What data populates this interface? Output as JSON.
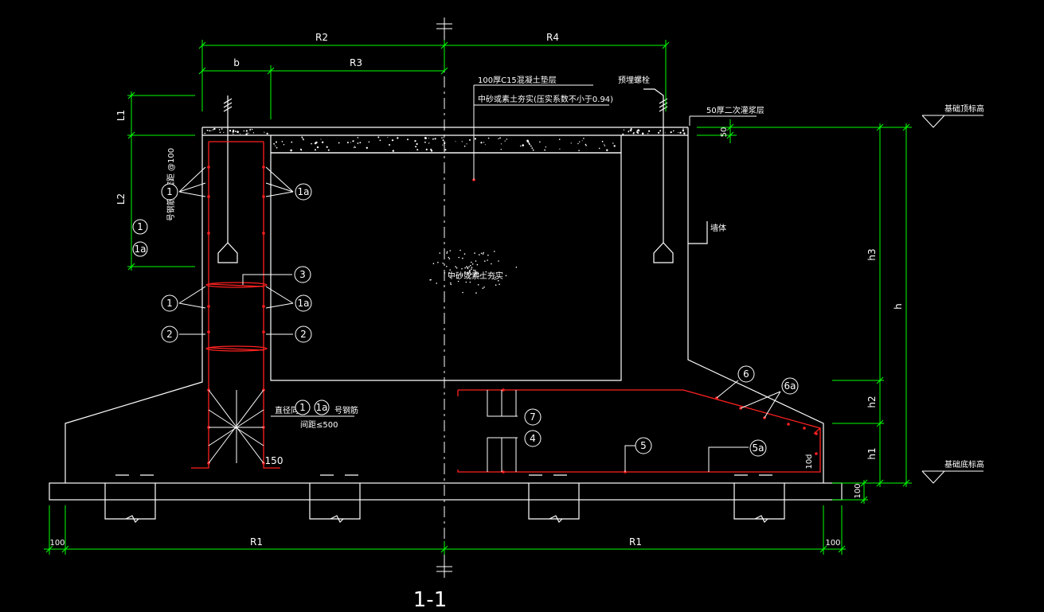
{
  "colors": {
    "background": "#000000",
    "outline": "#ffffff",
    "dimension": "#00ff00",
    "rebar": "#ff2020"
  },
  "dimensions": {
    "r2": "R2",
    "r4": "R4",
    "b": "b",
    "r3": "R3",
    "l1": "L1",
    "l2": "L2",
    "d50": "50",
    "h3": "h3",
    "h": "h",
    "h2": "h2",
    "h1": "h1",
    "d100_right": "100",
    "d100_left": "100",
    "r1_left": "R1",
    "r1_right": "R1",
    "d100_far_right": "100",
    "d150": "150",
    "d10d": "10d"
  },
  "notes": {
    "cushion": "100厚C15混凝土垫层",
    "backfill_compaction": "中砂或素土夯实(压实系数不小于0.94)",
    "anchor_bolt": "预埋螺栓",
    "grout_layer": "50厚二次灌浆层",
    "top_elevation": "基础顶标高",
    "bottom_elevation": "基础底标高",
    "wall_label": "墙体",
    "fill_center": "中砂或素土夯实",
    "stirrup_note_prefix": "直径同",
    "stirrup_note_suffix": "号钢筋",
    "stirrup_spacing": "间距≤500",
    "rebar_spacing_note": "号钢筋肢密距 @100",
    "section_title": "1-1"
  },
  "tags": {
    "t1": "1",
    "t1a": "1a",
    "t2": "2",
    "t3": "3",
    "t4": "4",
    "t5": "5",
    "t5a": "5a",
    "t6": "6",
    "t6a": "6a",
    "t7": "7"
  }
}
